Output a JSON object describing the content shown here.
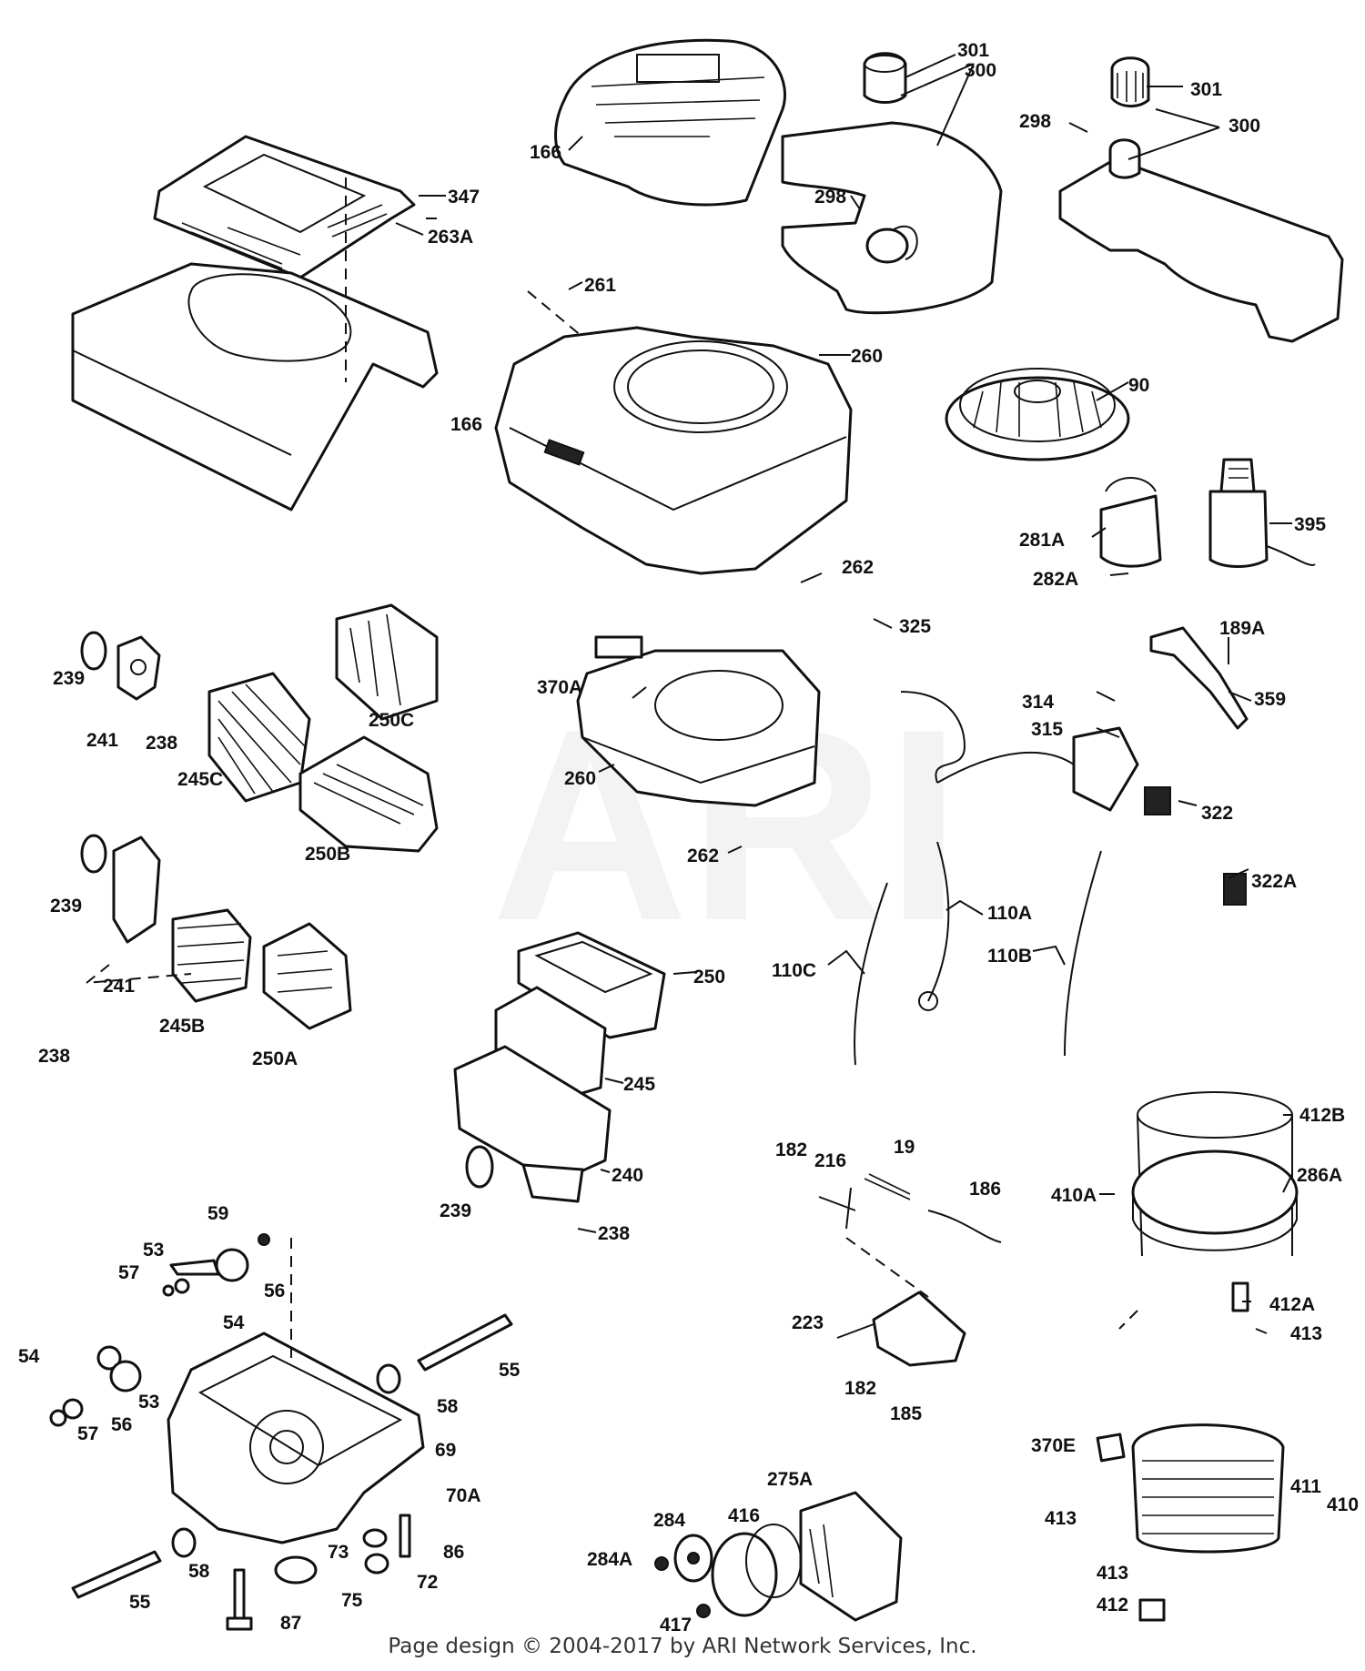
{
  "watermark": "ARI",
  "footer": "Page design © 2004-2017 by ARI Network Services, Inc.",
  "callouts": [
    "301",
    "300",
    "301",
    "298",
    "300",
    "166",
    "347",
    "298",
    "263A",
    "261",
    "260",
    "166",
    "90",
    "395",
    "281A",
    "282A",
    "262",
    "325",
    "239",
    "250C",
    "370A",
    "189A",
    "241",
    "238",
    "314",
    "359",
    "245C",
    "315",
    "260",
    "322",
    "250B",
    "262",
    "322A",
    "239",
    "110A",
    "110C",
    "110B",
    "241",
    "250",
    "245B",
    "238",
    "250A",
    "245",
    "412B",
    "19",
    "182",
    "216",
    "186",
    "410A",
    "286A",
    "240",
    "239",
    "238",
    "59",
    "53",
    "57",
    "56",
    "54",
    "412A",
    "413",
    "223",
    "182",
    "185",
    "55",
    "54",
    "53",
    "58",
    "57",
    "56",
    "69",
    "70A",
    "370E",
    "275A",
    "411",
    "410",
    "284",
    "416",
    "413",
    "284A",
    "73",
    "86",
    "58",
    "72",
    "55",
    "75",
    "413",
    "417",
    "87",
    "412"
  ],
  "colors": {
    "ink": "#111111",
    "background": "#ffffff"
  }
}
